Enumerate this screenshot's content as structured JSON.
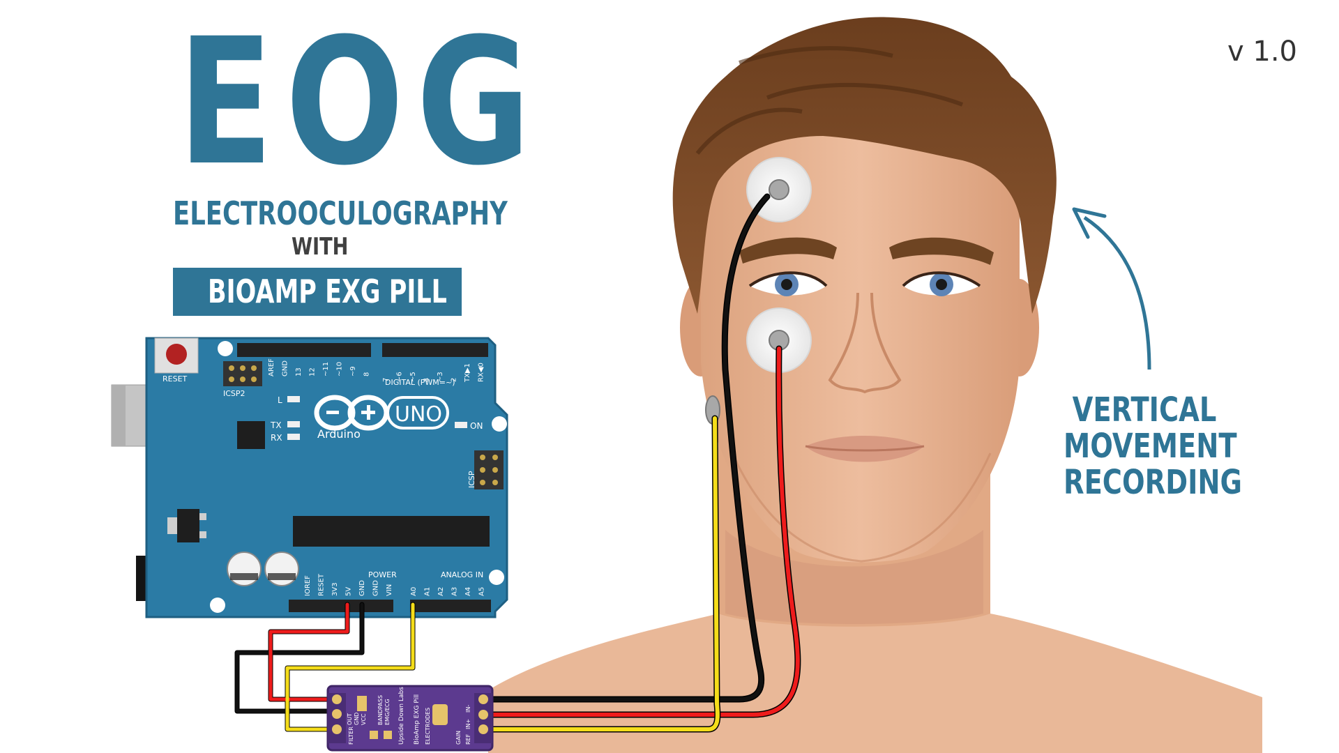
{
  "title": "EOG",
  "subtitle": "ELECTROOCULOGRAPHY",
  "with_label": "WITH",
  "badge_label": "BIOAMP EXG PILL",
  "version": "v 1.0",
  "annotation": [
    "VERTICAL",
    "MOVEMENT",
    "RECORDING"
  ],
  "arduino": {
    "reset": "RESET",
    "icsp2": "ICSP2",
    "icsp": "ICSP",
    "brand": "Arduino",
    "model": "UNO",
    "digital": "DIGITAL (PWM=~)",
    "power": "POWER",
    "analog": "ANALOG IN",
    "led_l": "L",
    "led_tx": "TX",
    "led_rx": "RX",
    "led_on": "ON",
    "top_pins": [
      "AREF",
      "GND",
      "13",
      "12",
      "~11",
      "~10",
      "~9",
      "8",
      "7",
      "~6",
      "~5",
      "4",
      "~3",
      "2",
      "TX▶1",
      "RX◀0"
    ],
    "power_pins": [
      "IOREF",
      "RESET",
      "3V3",
      "5V",
      "GND",
      "GND",
      "VIN"
    ],
    "analog_pins": [
      "A0",
      "A1",
      "A2",
      "A3",
      "A4",
      "A5"
    ]
  },
  "pill": {
    "brand": "Upside Down Labs",
    "name": "BioAmp EXG Pill",
    "left_labels": [
      "OUT",
      "GND",
      "VCC"
    ],
    "right_labels": [
      "REF",
      "IN+",
      "IN-"
    ],
    "mid_labels": [
      "ELECTRODES",
      "GAIN",
      "FILTER",
      "BANDPASS",
      "EMG/ECG"
    ]
  },
  "colors": {
    "accent": "#2f7596",
    "board": "#2b7ba5",
    "pill": "#5c3a8f",
    "skin": "#e9b898",
    "hair": "#7a4a25",
    "wire_black": "#111111",
    "wire_red": "#ee1c1c",
    "wire_yellow": "#f5dd1a"
  }
}
